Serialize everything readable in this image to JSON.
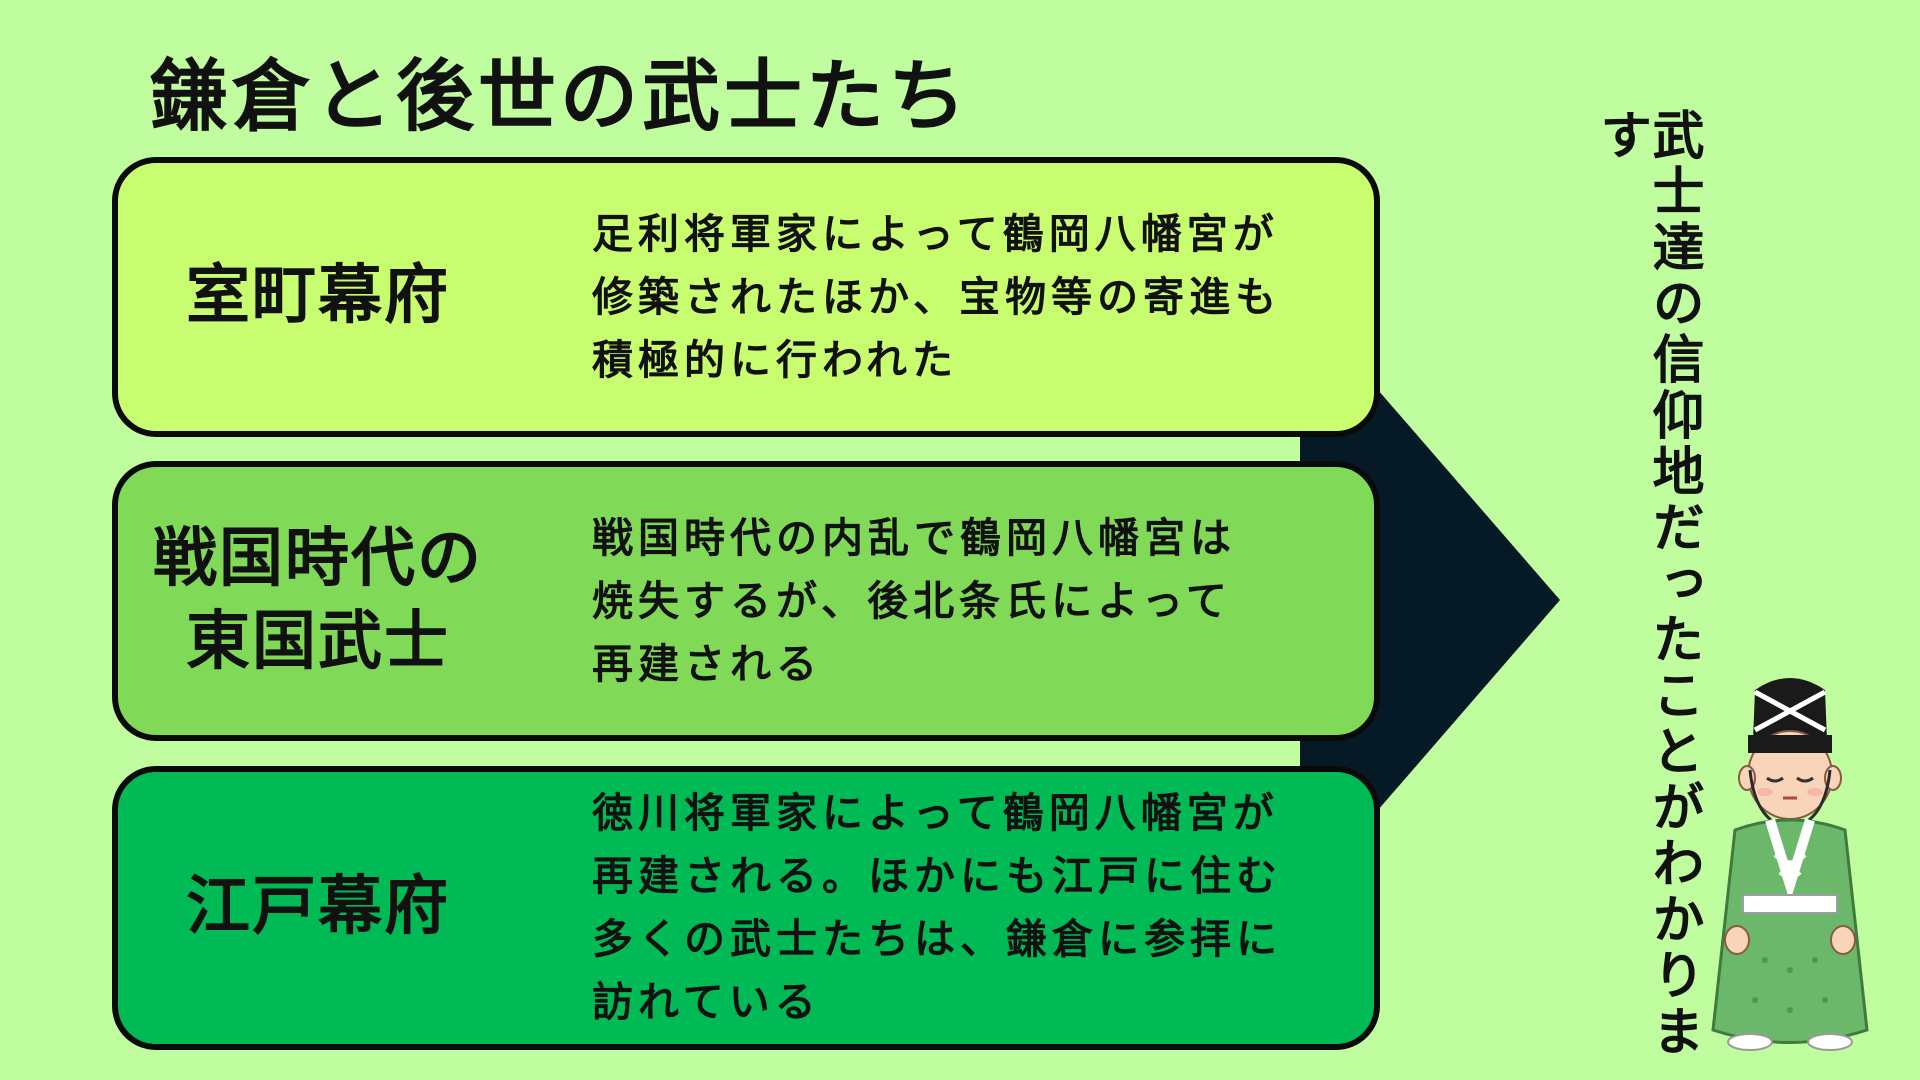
{
  "title": "鎌倉と後世の武士たち",
  "cards": [
    {
      "label_lines": [
        "室町幕府"
      ],
      "desc_lines": [
        "足利将軍家によって鶴岡八幡宮が",
        "修築されたほか、宝物等の寄進も",
        "積極的に行われた"
      ],
      "color": "#c8fd6f"
    },
    {
      "label_lines": [
        "戦国時代の",
        "東国武士"
      ],
      "desc_lines": [
        "戦国時代の内乱で鶴岡八幡宮は",
        "焼失するが、後北条氏によって",
        "再建される"
      ],
      "color": "#80da58"
    },
    {
      "label_lines": [
        "江戸幕府"
      ],
      "desc_lines": [
        "徳川将軍家によって鶴岡八幡宮が",
        "再建される。ほかにも江戸に住む",
        "多くの武士たちは、鎌倉に参拝に",
        "訪れている"
      ],
      "color": "#00ba56"
    }
  ],
  "conclusion": "武士達の信仰地だったことがわかります",
  "colors": {
    "background": "#c0fd9f",
    "arrow": "#051a26",
    "border": "#0a0a0a"
  },
  "icons": {
    "arrow": "chevron-right-arrow-icon",
    "illustration": "praying-samurai-illustration"
  }
}
